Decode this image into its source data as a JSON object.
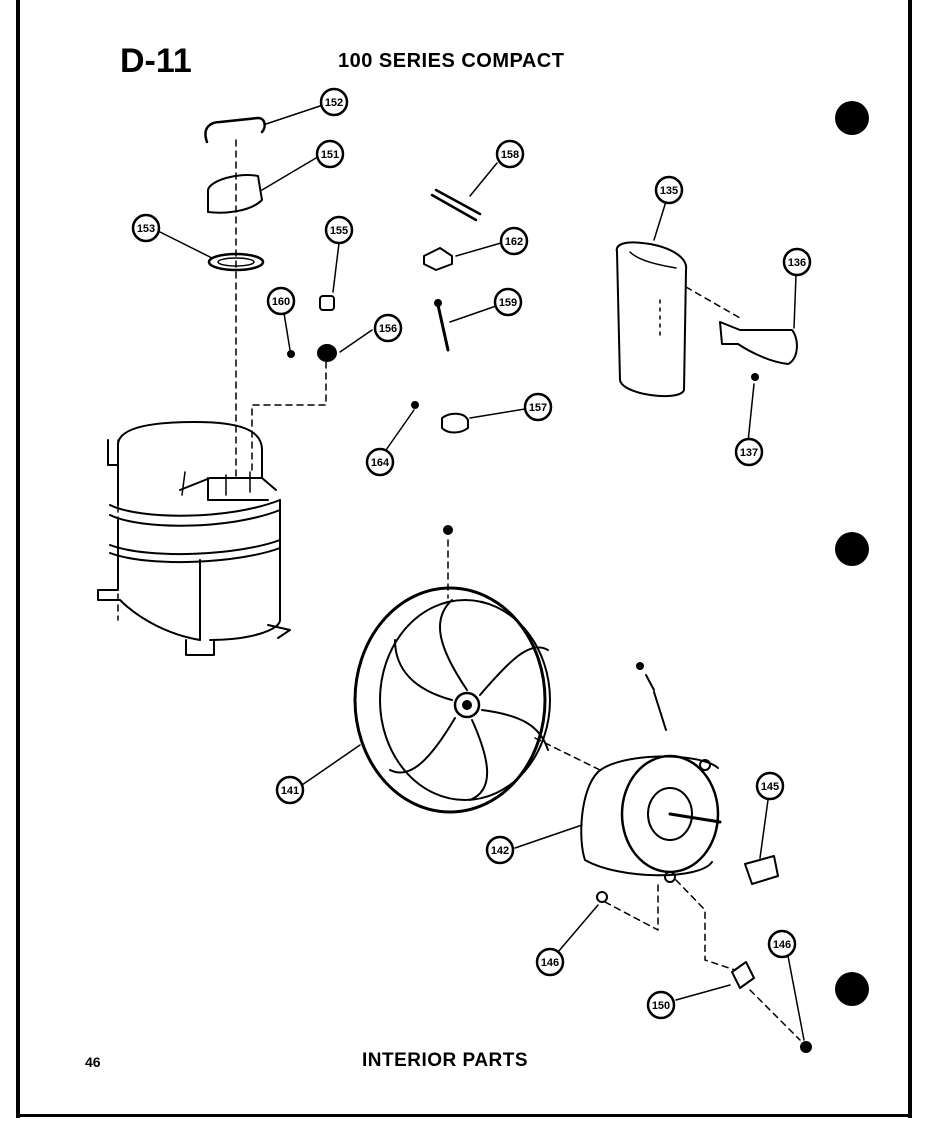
{
  "header": {
    "page_code": "D-11",
    "title": "100 SERIES COMPACT"
  },
  "footer": {
    "page_number": "46",
    "section_title": "INTERIOR PARTS"
  },
  "callouts": [
    "152",
    "151",
    "153",
    "155",
    "160",
    "156",
    "158",
    "162",
    "159",
    "157",
    "164",
    "135",
    "136",
    "137",
    "141",
    "142",
    "145",
    "146",
    "146",
    "150"
  ]
}
